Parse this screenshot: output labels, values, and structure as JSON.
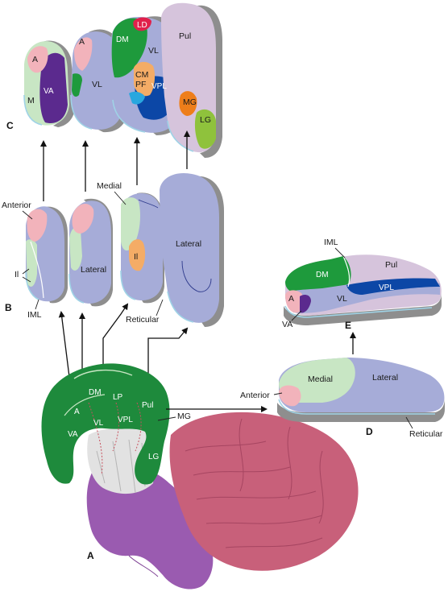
{
  "colors": {
    "lateral": "#a6acd8",
    "medial": "#c8e6c4",
    "anterior": "#f2b3bb",
    "dm": "#1e9a3c",
    "va": "#5b2a8e",
    "vpl": "#0c47a6",
    "intralaminar": "#f4ac66",
    "pul": "#d6c4dc",
    "ld": "#e0204b",
    "mg": "#ee7e1a",
    "lg": "#8fc23c",
    "thalamus_green": "#1e8a3c",
    "brainstem": "#9a5bb0",
    "cerebellum": "#c8607a",
    "edge_gray": "#8e8e8e"
  },
  "panels": {
    "a": "A",
    "b": "B",
    "c": "C",
    "d": "D",
    "e": "E"
  },
  "c_labels": {
    "a1": "A",
    "m": "M",
    "va": "VA",
    "a2": "A",
    "vl1": "VL",
    "ld": "LD",
    "dm": "DM",
    "vl2": "VL",
    "cm": "CM",
    "pf": "PF",
    "vpl": "VPL",
    "pul": "Pul",
    "mg": "MG",
    "lg": "LG"
  },
  "b_labels": {
    "anterior": "Anterior",
    "il": "Il",
    "iml": "IML",
    "lateral1": "Lateral",
    "medial": "Medial",
    "il2": "Il",
    "reticular": "Reticular",
    "lateral2": "Lateral"
  },
  "a_labels": {
    "dm": "DM",
    "lp": "LP",
    "pul": "Pul",
    "a": "A",
    "vl": "VL",
    "vpl": "VPL",
    "va": "VA",
    "mg": "MG",
    "lg": "LG"
  },
  "d_labels": {
    "anterior": "Anterior",
    "medial": "Medial",
    "lateral": "Lateral",
    "reticular": "Reticular"
  },
  "e_labels": {
    "iml": "IML",
    "dm": "DM",
    "pul": "Pul",
    "vpl": "VPL",
    "a": "A",
    "vl": "VL",
    "va": "VA"
  }
}
